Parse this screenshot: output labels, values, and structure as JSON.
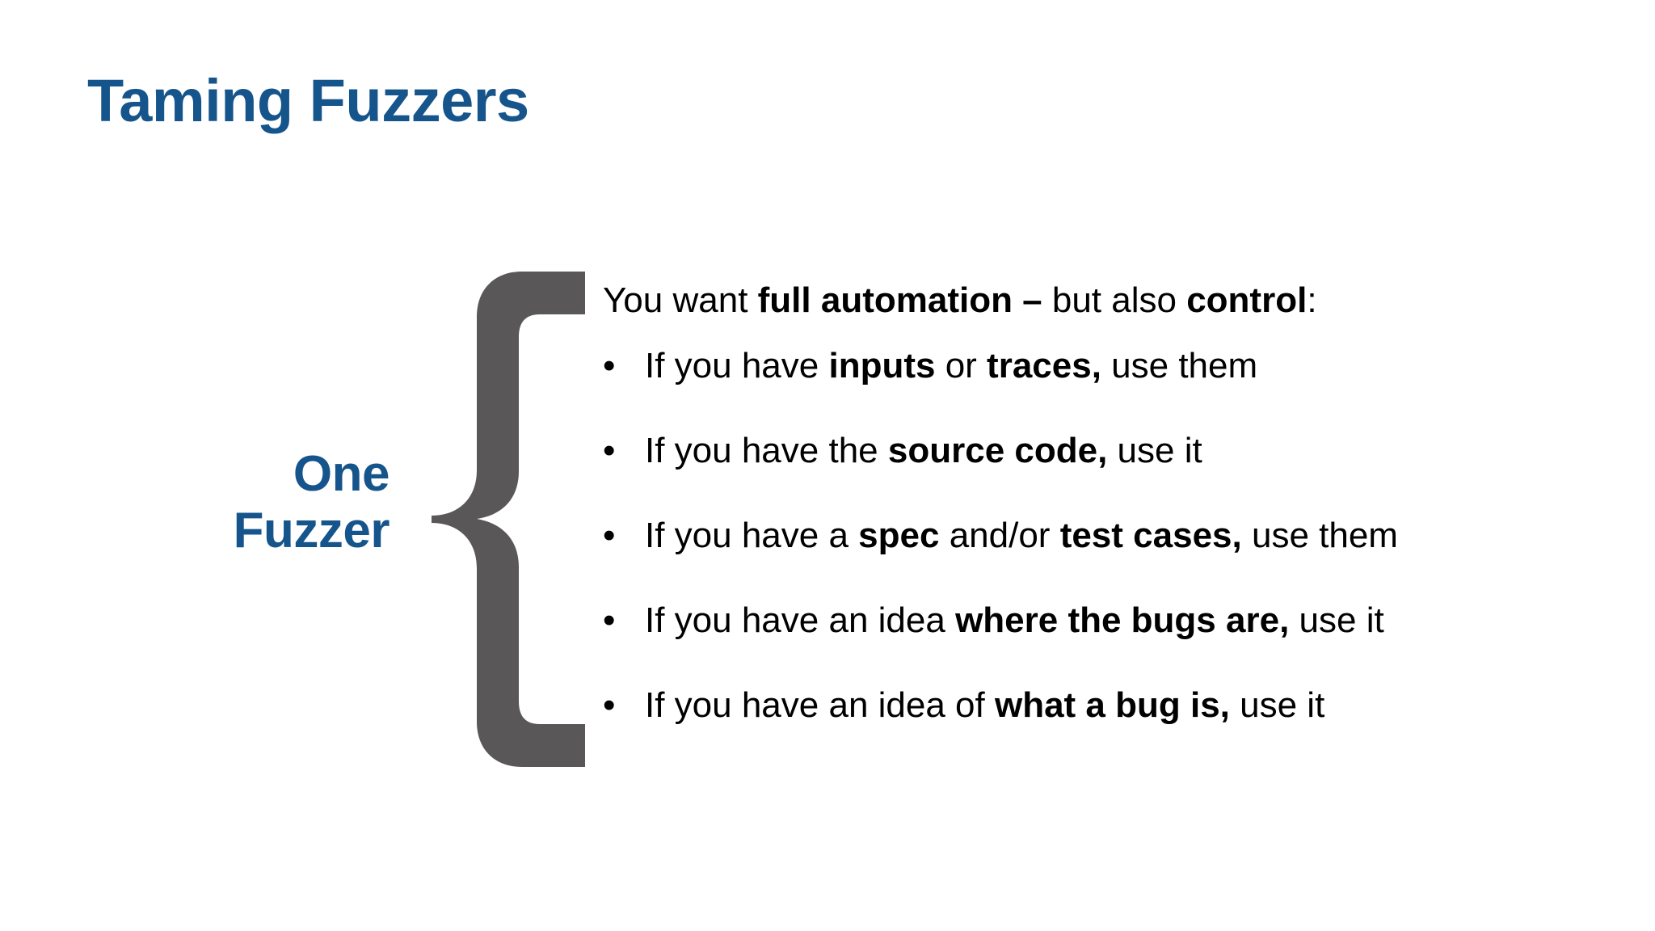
{
  "slide": {
    "title": "Taming Fuzzers",
    "background_color": "#ffffff",
    "accent_color": "#15558c",
    "brace_color": "#595757",
    "text_color": "#000000"
  },
  "left_label": {
    "line1": "One",
    "line2": "Fuzzer"
  },
  "brace": {
    "icon": "curly-brace-open",
    "color": "#595757"
  },
  "body": {
    "intro": {
      "full_text": "You want full automation – but also control:",
      "parts": [
        {
          "text": "You want ",
          "bold": false
        },
        {
          "text": "full automation –",
          "bold": true
        },
        {
          "text": " but also ",
          "bold": false
        },
        {
          "text": "control",
          "bold": true
        },
        {
          "text": ":",
          "bold": false
        }
      ]
    },
    "bullet_marker": "•",
    "bullets": [
      {
        "full_text": "If you have inputs or traces, use them",
        "parts": [
          {
            "text": "If you have ",
            "bold": false
          },
          {
            "text": "inputs",
            "bold": true
          },
          {
            "text": " or ",
            "bold": false
          },
          {
            "text": "traces,",
            "bold": true
          },
          {
            "text": " use them",
            "bold": false
          }
        ]
      },
      {
        "full_text": "If you have the source code, use it",
        "parts": [
          {
            "text": "If you have the ",
            "bold": false
          },
          {
            "text": "source code,",
            "bold": true
          },
          {
            "text": " use it",
            "bold": false
          }
        ]
      },
      {
        "full_text": "If you have a spec and/or test cases, use them",
        "parts": [
          {
            "text": "If you have a ",
            "bold": false
          },
          {
            "text": "spec",
            "bold": true
          },
          {
            "text": " and/or ",
            "bold": false
          },
          {
            "text": "test cases,",
            "bold": true
          },
          {
            "text": " use them",
            "bold": false
          }
        ]
      },
      {
        "full_text": "If you have an idea where the bugs are, use it",
        "parts": [
          {
            "text": "If you have an idea ",
            "bold": false
          },
          {
            "text": "where the bugs are,",
            "bold": true
          },
          {
            "text": " use it",
            "bold": false
          }
        ]
      },
      {
        "full_text": "If you have an idea of what a bug is, use it",
        "parts": [
          {
            "text": "If you have an idea of ",
            "bold": false
          },
          {
            "text": "what a bug is,",
            "bold": true
          },
          {
            "text": " use it",
            "bold": false
          }
        ]
      }
    ]
  }
}
